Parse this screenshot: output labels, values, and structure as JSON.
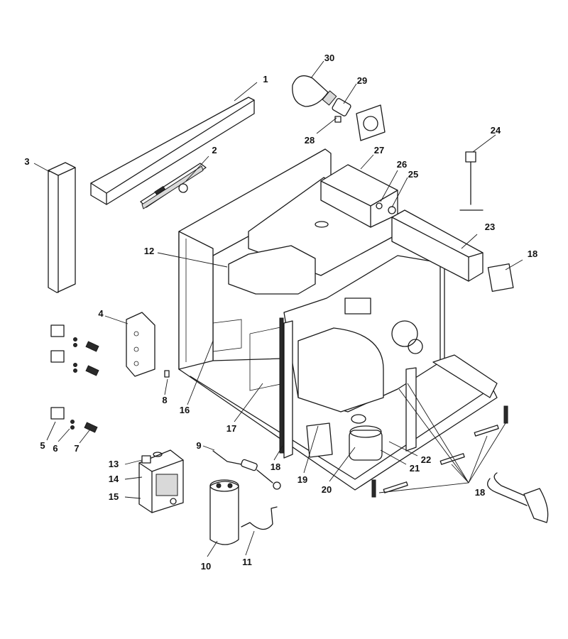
{
  "callouts": [
    {
      "label": "1"
    },
    {
      "label": "2"
    },
    {
      "label": "3"
    },
    {
      "label": "4"
    },
    {
      "label": "5"
    },
    {
      "label": "6"
    },
    {
      "label": "7"
    },
    {
      "label": "8"
    },
    {
      "label": "9"
    },
    {
      "label": "10"
    },
    {
      "label": "11"
    },
    {
      "label": "12"
    },
    {
      "label": "13"
    },
    {
      "label": "14"
    },
    {
      "label": "15"
    },
    {
      "label": "16"
    },
    {
      "label": "17"
    },
    {
      "label": "18"
    },
    {
      "label": "18"
    },
    {
      "label": "18"
    },
    {
      "label": "19"
    },
    {
      "label": "20"
    },
    {
      "label": "21"
    },
    {
      "label": "22"
    },
    {
      "label": "23"
    },
    {
      "label": "24"
    },
    {
      "label": "25"
    },
    {
      "label": "26"
    },
    {
      "label": "27"
    },
    {
      "label": "28"
    },
    {
      "label": "29"
    },
    {
      "label": "30"
    }
  ]
}
